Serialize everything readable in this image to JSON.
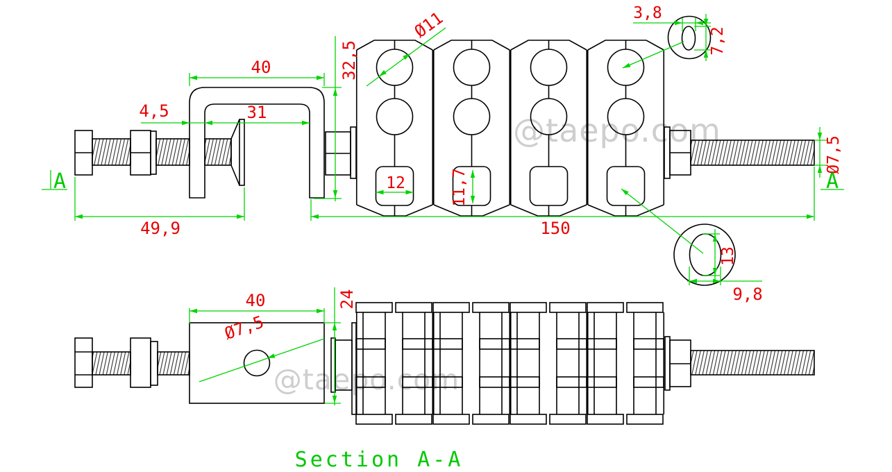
{
  "drawing": {
    "watermark": "@taepo.com",
    "section_title": "Section A-A",
    "section_marker": "A",
    "top_view": {
      "clamp_width": "40",
      "jaw_thickness": "4,5",
      "jaw_inner_span": "31",
      "bolt_assembly_length": "49,9",
      "clamp_height": "32,5",
      "wire_hole_diameter": "Ø11",
      "slot_detail_width": "3,8",
      "slot_detail_height": "7,2",
      "rod_diameter": "Ø7,5",
      "square_slot_width": "12",
      "square_slot_height": "11,7",
      "overall_length": "150",
      "oval_detail_height": "13",
      "oval_detail_width": "9,8"
    },
    "section_view": {
      "body_width": "40",
      "body_height": "24",
      "hole_diameter": "Ø7,5"
    }
  }
}
